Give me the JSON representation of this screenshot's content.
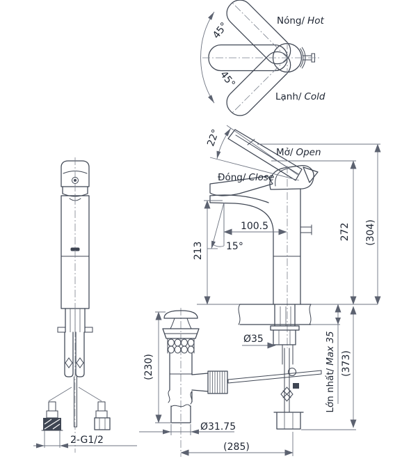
{
  "title": "Faucet technical dimension drawing",
  "colors": {
    "background": "#ffffff",
    "part_line": "#3f4653",
    "dimension_line": "#6d7380",
    "text": "#1e2532"
  },
  "top_view": {
    "hot_vi": "Nóng/",
    "hot_en": "Hot",
    "cold_vi": "Lạnh/",
    "cold_en": "Cold",
    "swing_angle_top": "45°",
    "swing_angle_bottom": "45°"
  },
  "side_view": {
    "open_vi": "Mở/",
    "open_en": "Open",
    "close_vi": "Đóng/",
    "close_en": "Close",
    "lever_open_angle": "22°",
    "spout_reach": "100.5",
    "spout_tilt_angle": "15°",
    "spout_height": "213",
    "height_closed": "272",
    "height_open": "(304)",
    "shank_diameter": "Ø35",
    "counter_max_vi": "Lớn nhất/",
    "counter_max_en": "Max 35",
    "below_counter_depth": "(373)"
  },
  "drain_view": {
    "drain_length": "(230)",
    "tailpiece_diameter": "Ø31.75",
    "horizontal_offset": "(285)"
  },
  "front_view": {
    "supply_thread": "2-G1/2"
  }
}
